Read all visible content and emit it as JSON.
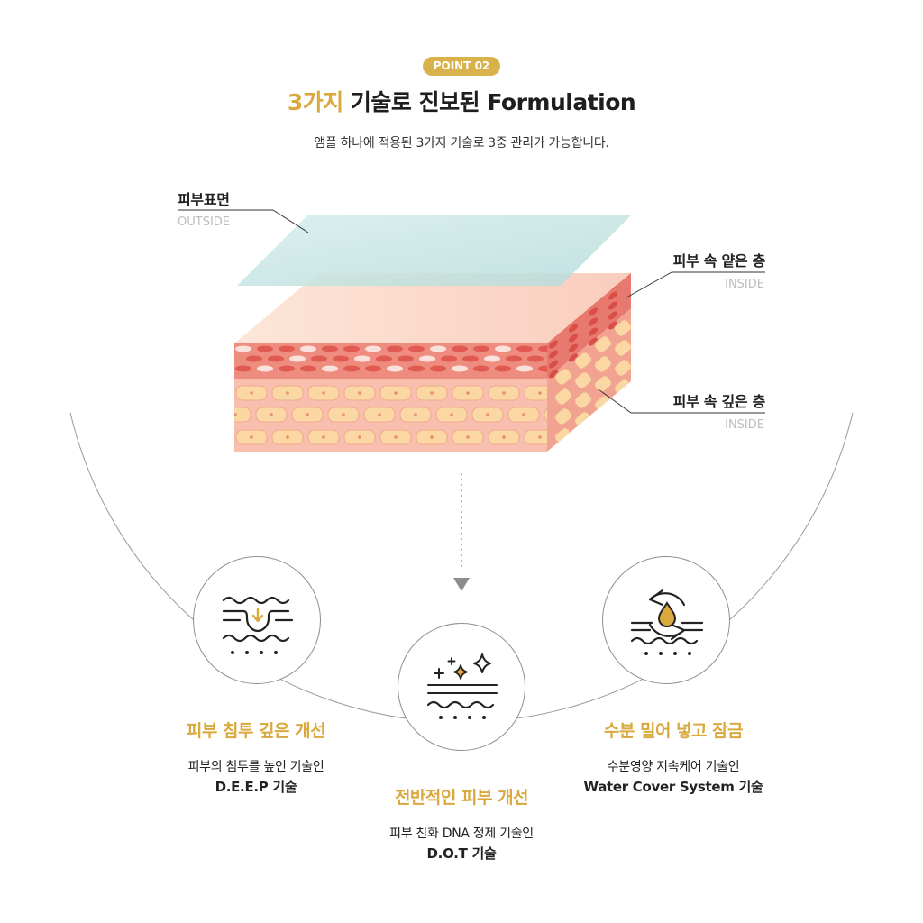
{
  "header": {
    "badge": "POINT 02",
    "title_accent": "3가지",
    "title_rest": " 기술로 진보된 Formulation",
    "subtitle": "앰플 하나에 적용된 3가지 기술로 3중 관리가 가능합니다."
  },
  "layers": [
    {
      "label": "피부표면",
      "sub": "OUTSIDE"
    },
    {
      "label": "피부 속 얕은 층",
      "sub": "INSIDE"
    },
    {
      "label": "피부 속 깊은 층",
      "sub": "INSIDE"
    }
  ],
  "features": [
    {
      "title": "피부 침투 깊은 개선",
      "desc": "피부의 침투를 높인 기술인",
      "tech": "D.E.E.P 기술",
      "icon": "skin-penetration-icon"
    },
    {
      "title": "전반적인 피부 개선",
      "desc": "피부 친화 DNA 정제 기술인",
      "tech": "D.O.T 기술",
      "icon": "sparkle-skin-icon"
    },
    {
      "title": "수분 밀어 넣고 잠금",
      "desc": "수분영양 지속케어 기술인",
      "tech": "Water Cover System 기술",
      "icon": "moisture-cycle-icon"
    }
  ],
  "colors": {
    "accent": "#d9a93e",
    "badge": "#d9b24c",
    "outer_layer": "#cfe9e8",
    "upper_dermis": "#ef8a80",
    "lower_dermis": "#f6b6a3",
    "cell": "#fbd9a6"
  }
}
